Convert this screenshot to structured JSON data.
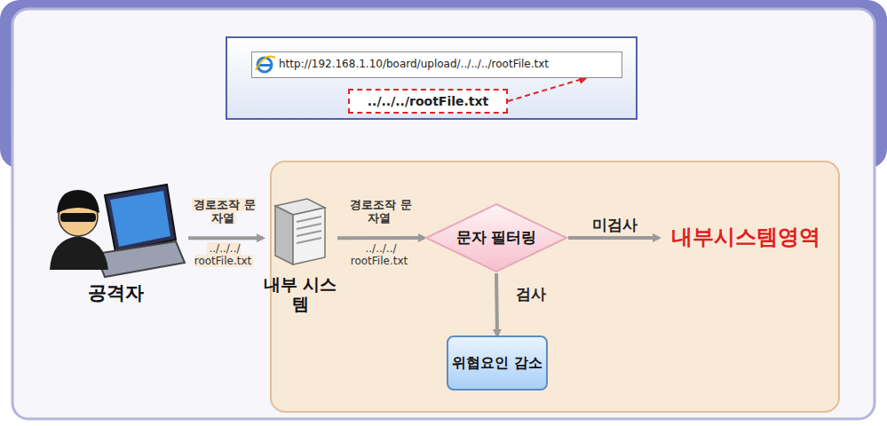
{
  "diagram": {
    "nodes": [
      {
        "text": [
          "http://192.168.1.10/board/upload/../../../rootFile.txt"
        ]
      },
      {
        "text": [
          "../../../rootFile.txt"
        ]
      },
      {
        "text": [
          "공격자"
        ]
      },
      {
        "text": [
          "내부 시스템"
        ]
      },
      {
        "text": [
          "문자 필터링"
        ]
      },
      {
        "text": [
          "내부시스템영역"
        ]
      },
      {
        "text": [
          "위협요인 감소"
        ]
      }
    ],
    "edges": [
      {
        "from": 1,
        "to": 0,
        "arrow": "to"
      },
      {
        "from": 2,
        "to": 3,
        "label": "경로조작 문자열",
        "arrow": "to"
      },
      {
        "from": 3,
        "to": 4,
        "label": "경로조작 문자열",
        "arrow": "to"
      },
      {
        "from": 4,
        "to": 5,
        "label": "미검사",
        "arrow": "to"
      },
      {
        "from": 4,
        "to": 6,
        "label": "검사",
        "arrow": "to"
      }
    ],
    "labels": [
      "../../../ rootFile.txt",
      "../../../ rootFile.txt"
    ]
  }
}
